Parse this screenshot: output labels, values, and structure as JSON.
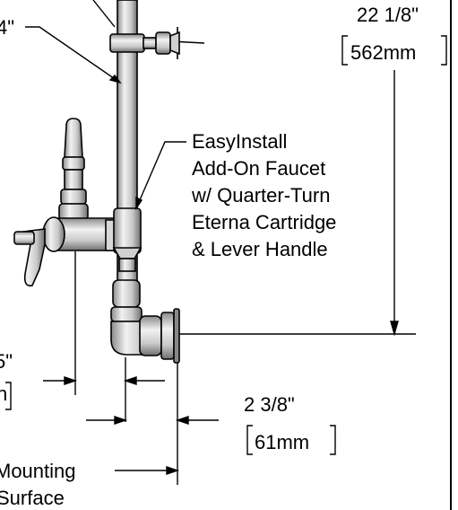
{
  "labels": {
    "top_partial": "4\"",
    "left_partial_top": "5\"",
    "left_partial_bottom": "n",
    "callout_line1": "EasyInstall",
    "callout_line2": "Add-On Faucet",
    "callout_line3": "w/ Quarter-Turn",
    "callout_line4": "Eterna Cartridge",
    "callout_line5": "& Lever Handle",
    "mounting_line1": "Mounting",
    "mounting_line2": "Surface"
  },
  "dimensions": {
    "height_imperial": "22 1/8\"",
    "height_metric": "562mm",
    "offset_imperial": "2 3/8\"",
    "offset_metric": "61mm"
  },
  "colors": {
    "line": "#000000",
    "metal_light": "#e6e6e6",
    "metal_mid": "#bdbdbd",
    "metal_dark": "#7a7a7a",
    "background": "#ffffff"
  }
}
